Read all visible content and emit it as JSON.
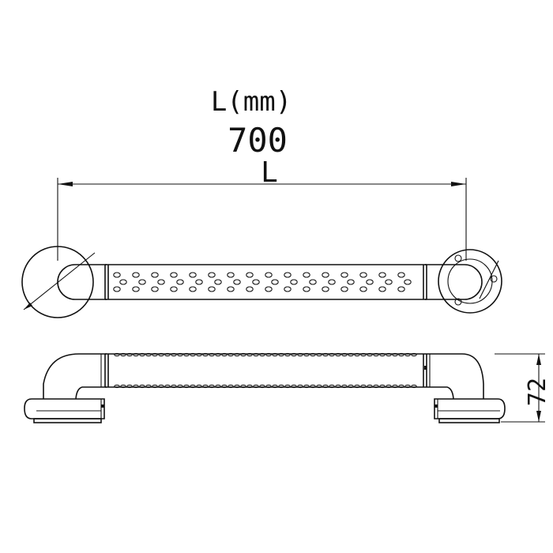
{
  "dimensions": {
    "unit_label": "L(mm)",
    "length_value": "700",
    "length_symbol": "L",
    "height_value": "72"
  },
  "colors": {
    "line": "#111111",
    "background": "#ffffff"
  }
}
